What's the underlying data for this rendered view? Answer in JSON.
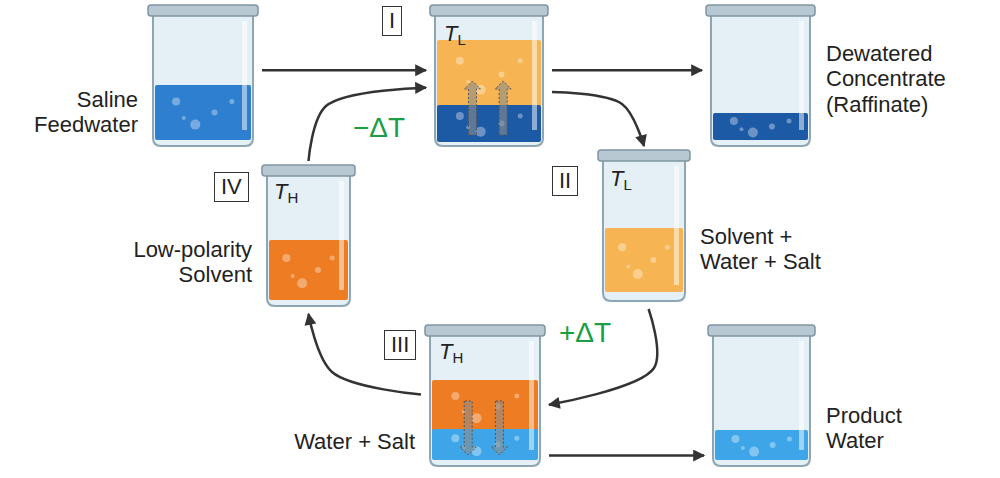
{
  "diagram": {
    "nodes": [
      {
        "text": [
          "Saline Feedwater"
        ]
      },
      {
        "text": [
          "I"
        ]
      },
      {
        "text": [
          "TL"
        ]
      },
      {
        "text": [
          "Dewatered Concentrate (Raffinate)"
        ]
      },
      {
        "text": [
          "IV"
        ]
      },
      {
        "text": [
          "TH",
          "Low-polarity Solvent"
        ]
      },
      {
        "text": [
          "II"
        ]
      },
      {
        "text": [
          "TL",
          "Solvent + Water + Salt"
        ]
      },
      {
        "text": [
          "III"
        ]
      },
      {
        "text": [
          "TH",
          "Water + Salt"
        ]
      },
      {
        "text": [
          "Product Water"
        ]
      }
    ],
    "edges": [
      {
        "from": 0,
        "to": 2,
        "arrow": "to"
      },
      {
        "from": 2,
        "to": 3,
        "arrow": "to"
      },
      {
        "from": 2,
        "to": 7,
        "arrow": "to"
      },
      {
        "from": 7,
        "to": 9,
        "label": "+ΔT",
        "arrow": "to"
      },
      {
        "from": 9,
        "to": 5,
        "arrow": "to"
      },
      {
        "from": 5,
        "to": 2,
        "label": "−ΔT",
        "arrow": "to"
      },
      {
        "from": 9,
        "to": 10,
        "arrow": "to"
      }
    ]
  }
}
